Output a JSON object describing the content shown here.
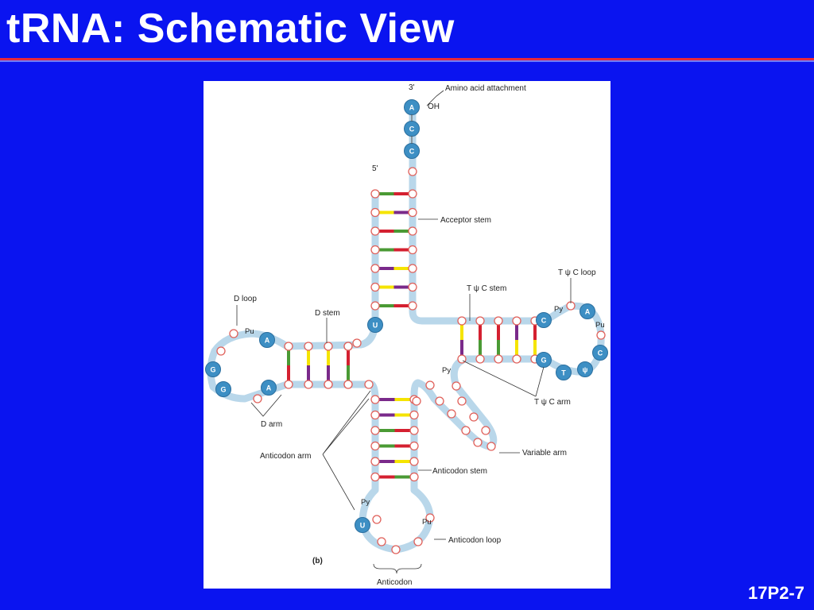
{
  "slide": {
    "title": "tRNA: Schematic View",
    "number": "17P2-7"
  },
  "colors": {
    "background": "#0a14f0",
    "rule": "#e8283c",
    "backbone": "#b9d7ea",
    "nucleotide_fill": "#3d8fc4",
    "circle_stroke": "#e0605a",
    "bond_red": "#d42030",
    "bond_green": "#4a9a34",
    "bond_yellow": "#f5e400",
    "bond_purple": "#7a2a8a"
  },
  "figure": {
    "panel": "(b)",
    "labels": {
      "three_prime": "3'",
      "five_prime": "5'",
      "oh": "OH",
      "amino_acid": "Amino acid attachment",
      "acceptor_stem": "Acceptor stem",
      "t_loop": "T ψ C loop",
      "t_stem": "T ψ C stem",
      "t_arm": "T ψ C arm",
      "d_loop": "D loop",
      "d_stem": "D stem",
      "d_arm": "D arm",
      "anticodon_arm": "Anticodon arm",
      "anticodon_stem": "Anticodon stem",
      "anticodon_loop": "Anticodon loop",
      "variable_arm": "Variable arm",
      "anticodon": "Anticodon"
    },
    "nucleotides": {
      "acceptor_end": [
        "A",
        "C",
        "C"
      ],
      "u_junction": "U",
      "t_loop": [
        "C",
        "A",
        "C",
        "ψ",
        "T",
        "G"
      ],
      "d_loop": [
        "A",
        "G",
        "G",
        "A"
      ],
      "anticodon_u": "U"
    },
    "text_bases": {
      "d_loop_pu": "Pu",
      "t_loop_py": "Py",
      "t_loop_pu": "Pu",
      "t_stem_py": "Py",
      "anticodon_py": "Py",
      "anticodon_pu": "Pu"
    }
  }
}
